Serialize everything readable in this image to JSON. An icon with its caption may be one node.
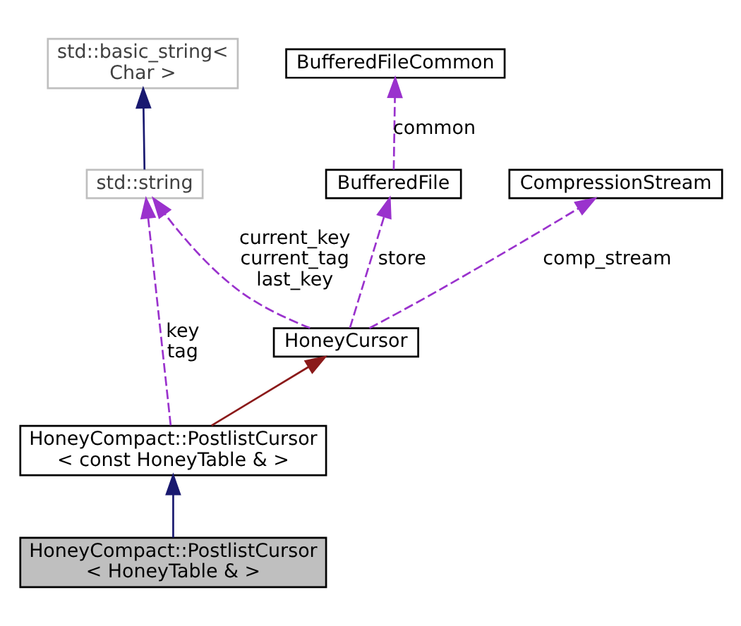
{
  "diagram": {
    "nodes": [
      {
        "text": [
          "BufferedFileCommon"
        ]
      },
      {
        "text": [
          "std::basic_string< Char >"
        ]
      },
      {
        "text": [
          "BufferedFile"
        ]
      },
      {
        "text": [
          "CompressionStream"
        ]
      },
      {
        "text": [
          "std::string"
        ]
      },
      {
        "text": [
          "HoneyCursor"
        ]
      },
      {
        "text": [
          "HoneyCompact::PostlistCursor < const HoneyTable & >"
        ]
      },
      {
        "text": [
          "HoneyCompact::PostlistCursor < HoneyTable & >"
        ]
      }
    ],
    "edges": [
      {
        "from": 2,
        "to": 0,
        "arrow": "to",
        "label": "common",
        "style": "dashed",
        "color": "#9a32cd"
      },
      {
        "from": 4,
        "to": 1,
        "arrow": "to",
        "color": "#191970"
      },
      {
        "from": 5,
        "to": 2,
        "arrow": "to",
        "label": "store",
        "style": "dashed",
        "color": "#9a32cd"
      },
      {
        "from": 5,
        "to": 3,
        "arrow": "to",
        "label": "comp_stream",
        "style": "dashed",
        "color": "#9a32cd"
      },
      {
        "from": 5,
        "to": 4,
        "arrow": "to",
        "label": "current_key current_tag last_key",
        "style": "dashed",
        "color": "#9a32cd"
      },
      {
        "from": 6,
        "to": 5,
        "arrow": "to",
        "color": "#8b1a1a"
      },
      {
        "from": 6,
        "to": 4,
        "arrow": "to",
        "label": "key tag",
        "style": "dashed",
        "color": "#9a32cd"
      },
      {
        "from": 7,
        "to": 6,
        "arrow": "to",
        "color": "#191970"
      }
    ]
  }
}
